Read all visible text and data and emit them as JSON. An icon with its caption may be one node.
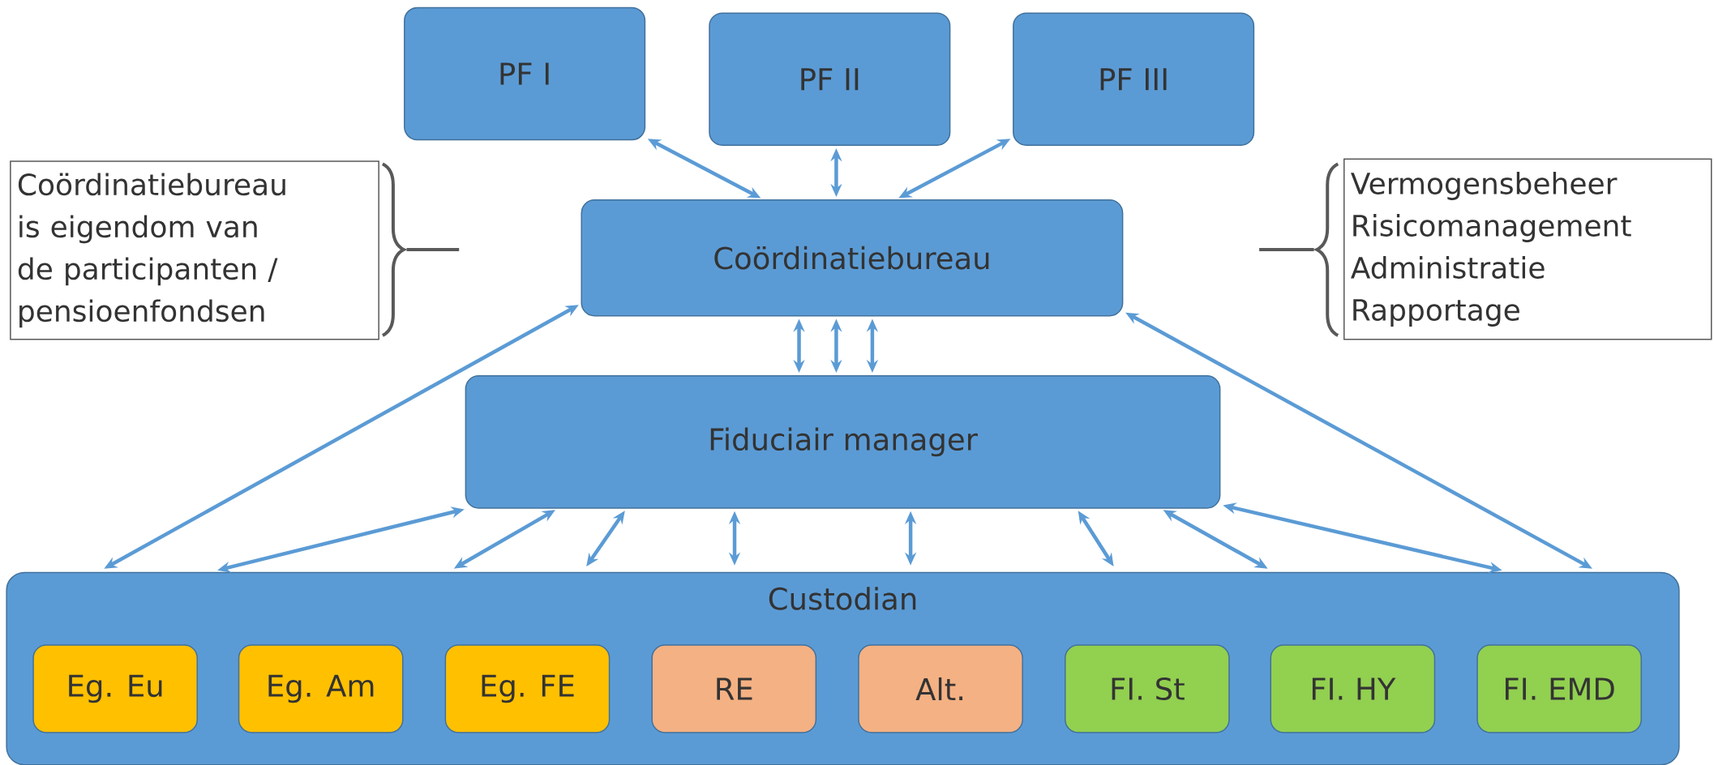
{
  "diagram": {
    "nodes": [
      {
        "text": [
          "PF I"
        ]
      },
      {
        "text": [
          "PF II"
        ]
      },
      {
        "text": [
          "PF III"
        ]
      },
      {
        "text": [
          "Coördinatiebureau is eigendom van de participanten / pensioenfondsen"
        ]
      },
      {
        "text": [
          "Coördinatiebureau"
        ]
      },
      {
        "text": [
          "Vermogensbeheer",
          "Risicomanagement",
          "Administratie",
          "Rapportage"
        ]
      },
      {
        "text": [
          "Fiduciair manager"
        ]
      },
      {
        "text": [
          "Custodian"
        ]
      },
      {
        "text": [
          "Eg. Eu"
        ],
        "in": 7
      },
      {
        "text": [
          "Eg. Am"
        ],
        "in": 7
      },
      {
        "text": [
          "Eg. FE"
        ],
        "in": 7
      },
      {
        "text": [
          "RE"
        ],
        "in": 7
      },
      {
        "text": [
          "Alt."
        ],
        "in": 7
      },
      {
        "text": [
          "FI. St"
        ],
        "in": 7
      },
      {
        "text": [
          "FI. HY"
        ],
        "in": 7
      },
      {
        "text": [
          "FI. EMD"
        ],
        "in": 7
      }
    ],
    "edges": [
      {
        "from": 0,
        "to": 4,
        "arrow": "both"
      },
      {
        "from": 1,
        "to": 4,
        "arrow": "both"
      },
      {
        "from": 2,
        "to": 4,
        "arrow": "both"
      },
      {
        "from": 4,
        "to": 7,
        "arrow": "both"
      },
      {
        "from": 4,
        "to": 7,
        "arrow": "both"
      },
      {
        "from": 4,
        "to": 6,
        "arrow": "both"
      },
      {
        "from": 4,
        "to": 6,
        "arrow": "both"
      },
      {
        "from": 4,
        "to": 6,
        "arrow": "both"
      },
      {
        "from": 6,
        "to": 7,
        "arrow": "both"
      },
      {
        "from": 6,
        "to": 7,
        "arrow": "both"
      },
      {
        "from": 6,
        "to": 7,
        "arrow": "both"
      },
      {
        "from": 6,
        "to": 7,
        "arrow": "both"
      },
      {
        "from": 6,
        "to": 7,
        "arrow": "both"
      },
      {
        "from": 6,
        "to": 7,
        "arrow": "both"
      },
      {
        "from": 6,
        "to": 7,
        "arrow": "both"
      },
      {
        "from": 6,
        "to": 7,
        "arrow": "both"
      }
    ]
  }
}
